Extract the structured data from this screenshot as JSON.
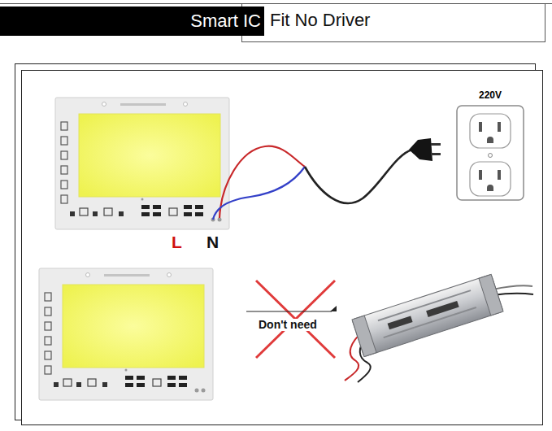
{
  "diagram": {
    "nodes": [
      {
        "text": [
          "Smart IC"
        ]
      },
      {
        "text": [
          "220V"
        ]
      }
    ],
    "labels": [
      "Fit No Driver",
      "L",
      "N",
      "Don't need"
    ]
  }
}
